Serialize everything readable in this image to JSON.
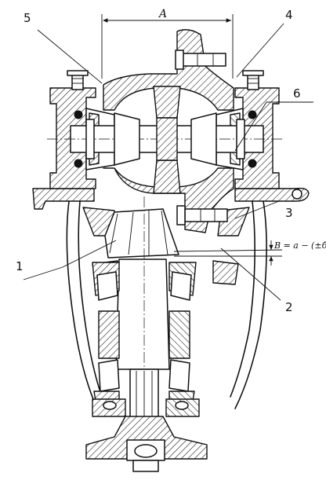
{
  "labels": {
    "dim_a": "A",
    "n1": "1",
    "n2": "2",
    "n3": "3",
    "n4": "4",
    "n5": "5",
    "n6": "6",
    "clearance": "B = a − (±б)"
  }
}
